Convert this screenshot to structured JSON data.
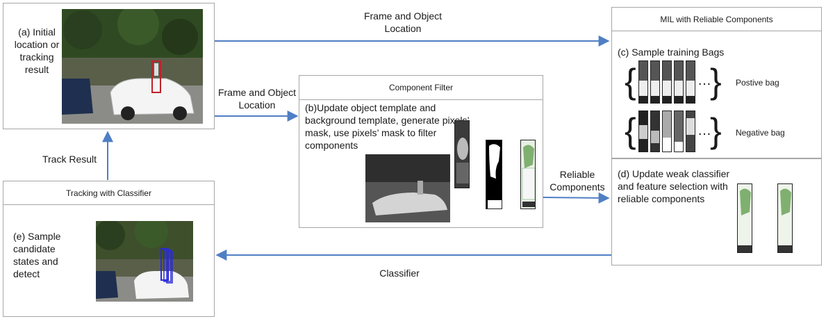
{
  "boxes": {
    "initial": {
      "text": "(a) Initial location or tracking result"
    },
    "filter": {
      "title": "Component Filter",
      "text": "(b)Update object template and background template, generate pixels’ mask, use pixels’ mask to filter components"
    },
    "mil": {
      "title": "MIL with Reliable Components",
      "sample_text": "(c) Sample training Bags",
      "ellipsis": "…",
      "positive_label": "Postive bag",
      "negative_label": "Negative bag"
    },
    "update": {
      "text": "(d) Update weak classifier and feature selection with reliable components"
    },
    "tracking": {
      "title": "Tracking with Classifier",
      "text": "(e) Sample candidate states and detect"
    }
  },
  "edges": {
    "a_to_c": "Frame and Object Location",
    "a_to_b": "Frame and Object Location",
    "b_to_d": "Reliable Components",
    "d_to_e": "Classifier",
    "e_to_a": "Track Result"
  },
  "colors": {
    "arrow": "#4f7fc4",
    "border": "#a6a6a6",
    "bbox_red": "#c0202a",
    "bbox_blue": "#2a2ad8"
  }
}
